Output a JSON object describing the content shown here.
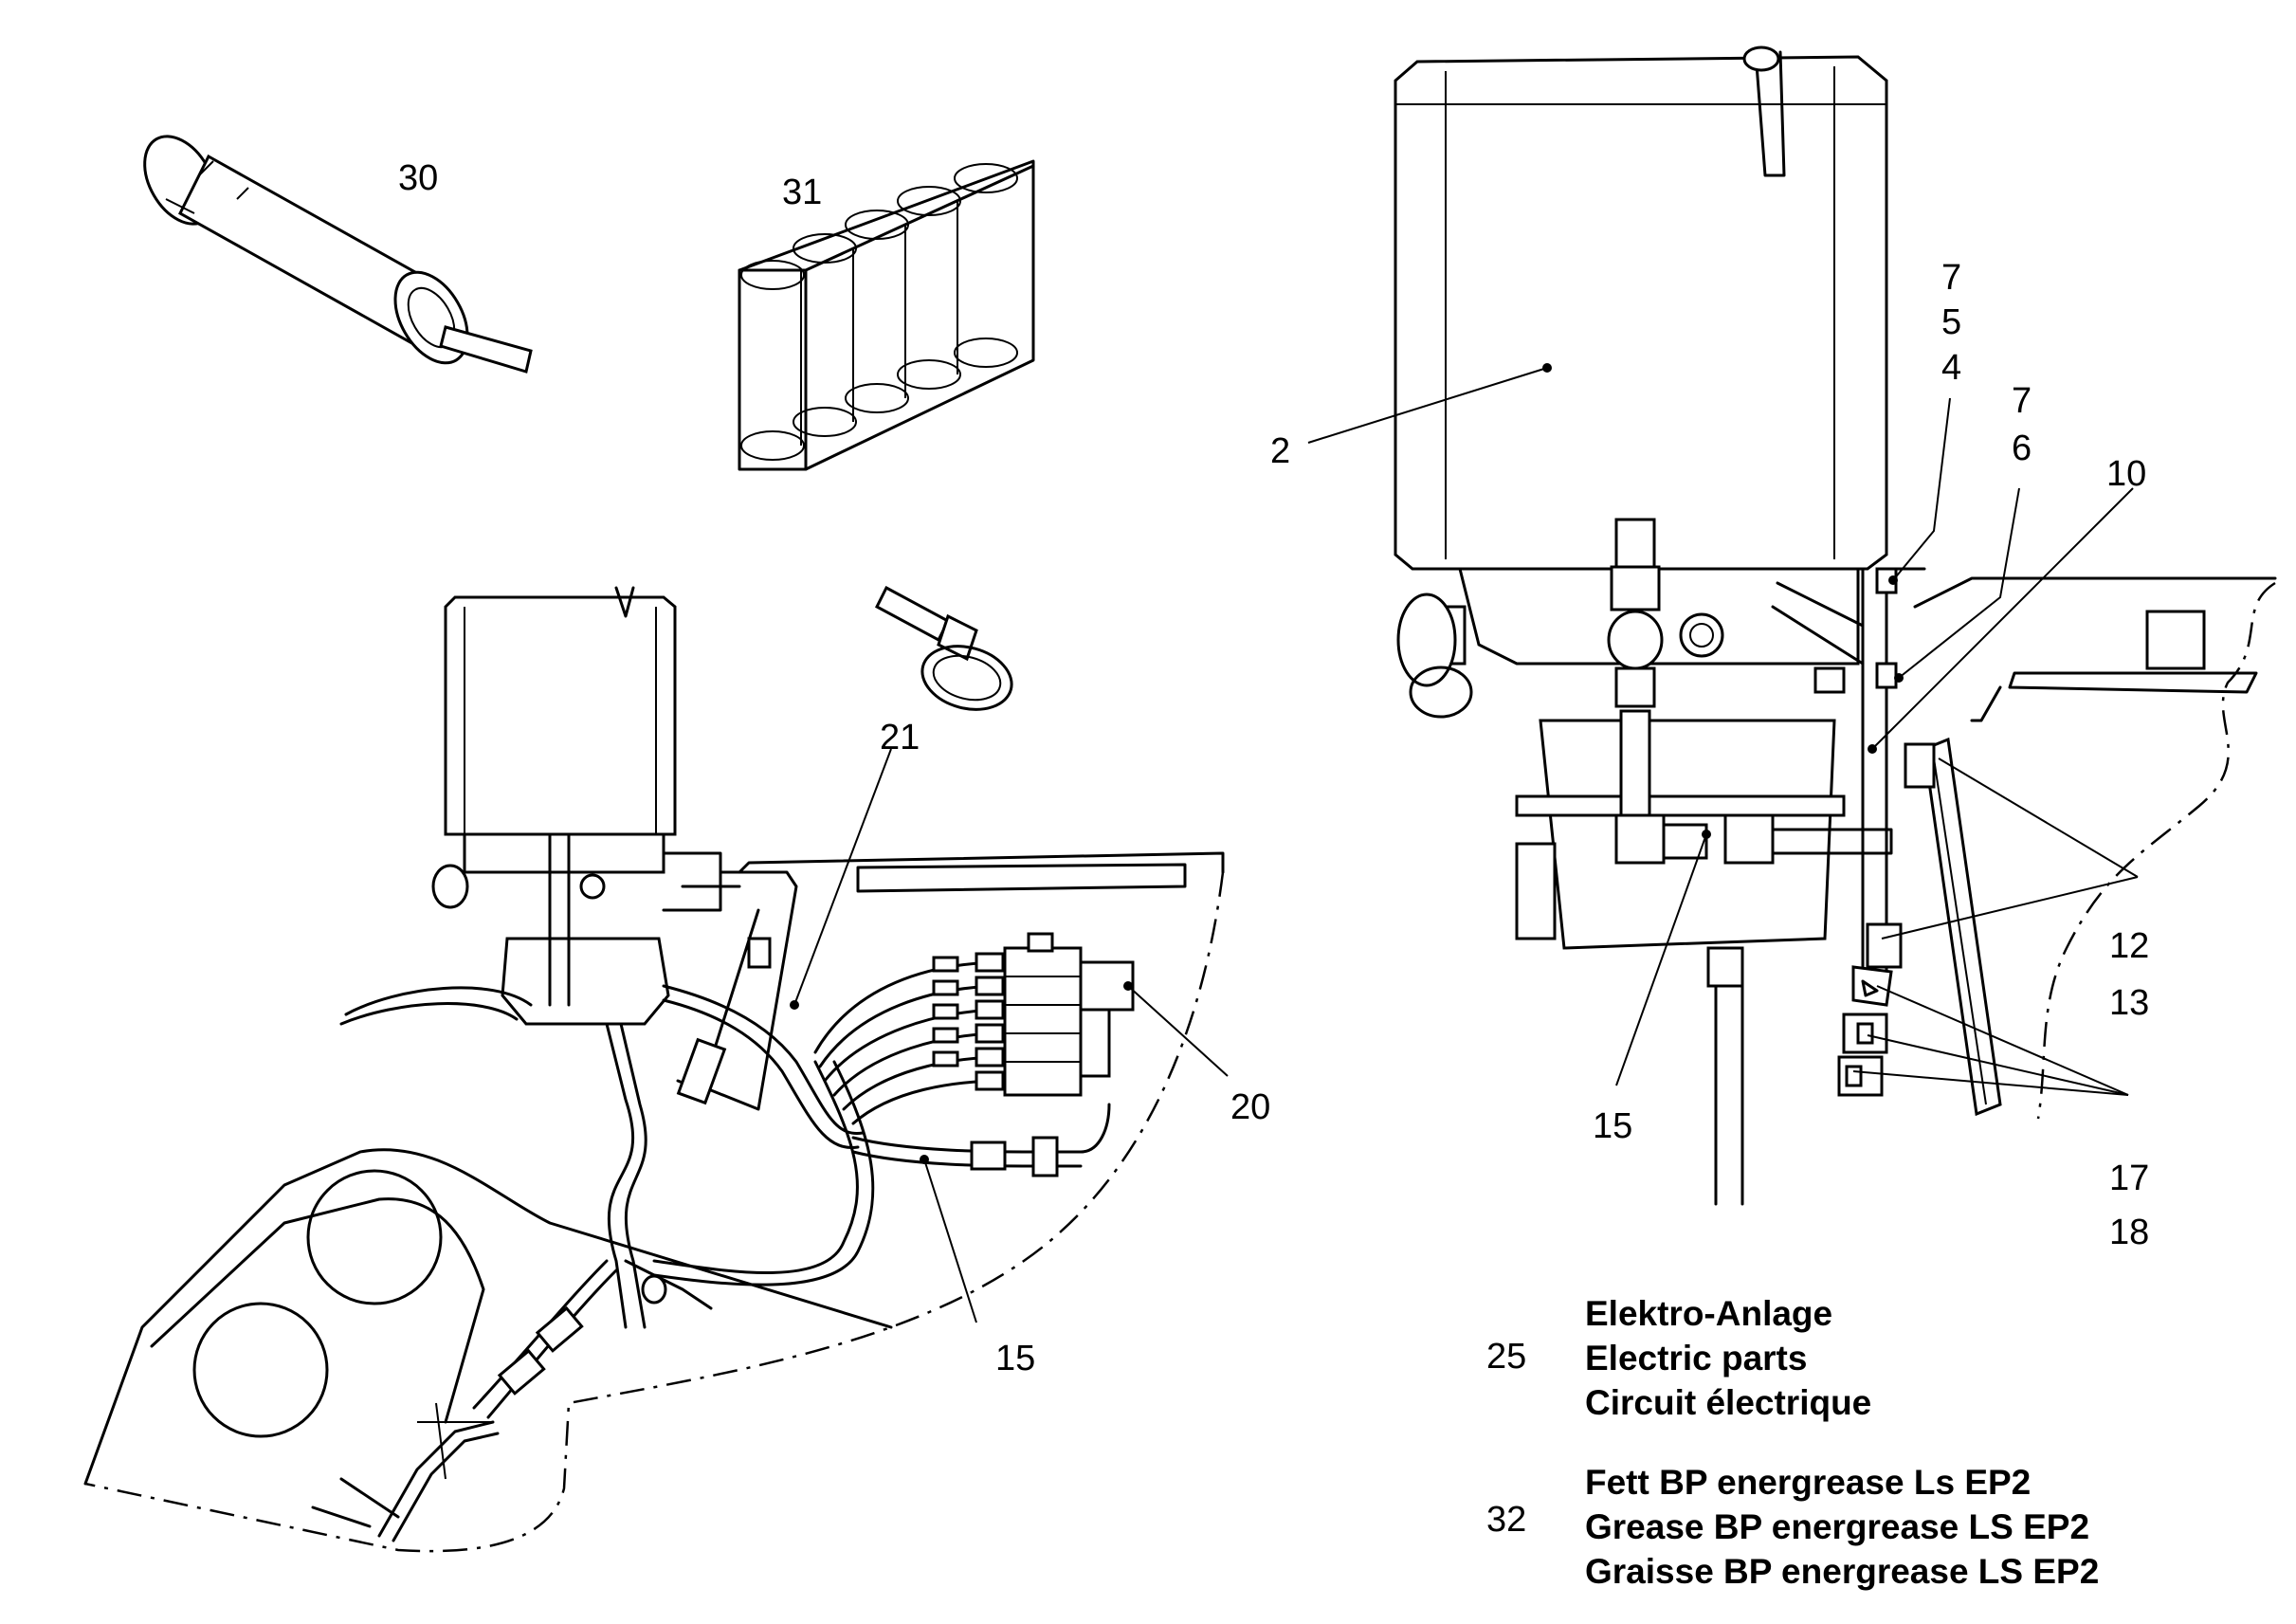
{
  "callouts": {
    "c30": "30",
    "c31": "31",
    "c21": "21",
    "c20": "20",
    "c15a": "15",
    "c2": "2",
    "c7a": "7",
    "c5": "5",
    "c4": "4",
    "c7b": "7",
    "c6": "6",
    "c10": "10",
    "c12": "12",
    "c13": "13",
    "c15b": "15",
    "c17": "17",
    "c18": "18"
  },
  "legend": [
    {
      "number": "25",
      "lines": [
        "Elektro-Anlage",
        "Electric parts",
        "Circuit électrique"
      ]
    },
    {
      "number": "32",
      "lines": [
        "Fett BP energrease Ls EP2",
        "Grease BP energrease LS EP2",
        "Graisse BP energrease LS EP2"
      ]
    }
  ]
}
